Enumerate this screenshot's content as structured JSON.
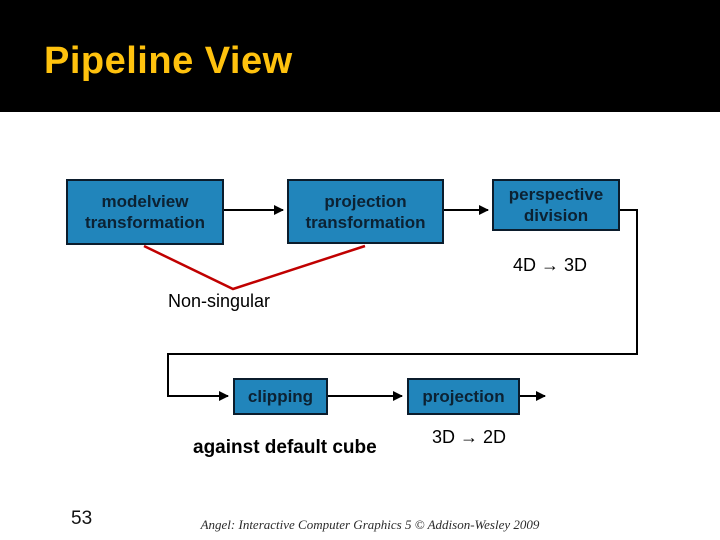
{
  "slide": {
    "title": "Pipeline View",
    "page_number": "53",
    "footer_credit": "Angel: Interactive Computer Graphics 5 © Addison-Wesley 2009"
  },
  "colors": {
    "header_bg": "#000000",
    "title_text": "#FFC20E",
    "box_fill": "#2185BB",
    "box_border": "#0B1C2C",
    "box_text": "#0C2233",
    "connector": "#000000",
    "annotation_line": "#C00000"
  },
  "diagram": {
    "boxes": [
      {
        "id": "modelview",
        "label": "modelview\ntransformation"
      },
      {
        "id": "projection-transformation",
        "label": "projection\ntransformation"
      },
      {
        "id": "perspective-division",
        "label": "perspective\ndivision"
      },
      {
        "id": "clipping",
        "label": "clipping"
      },
      {
        "id": "projection",
        "label": "projection"
      }
    ],
    "labels": {
      "dims_4d_3d": "4D → 3D",
      "non_singular": "Non-singular",
      "against_default_cube": "against default cube",
      "dims_3d_2d": "3D → 2D"
    }
  }
}
